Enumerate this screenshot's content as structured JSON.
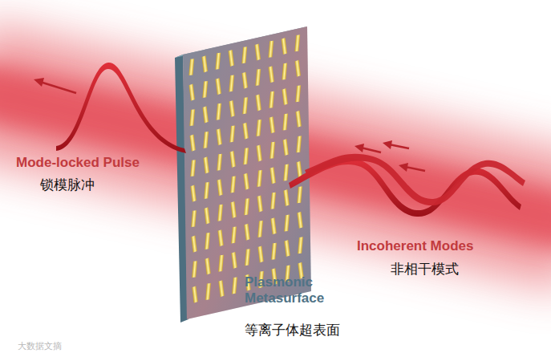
{
  "diagram": {
    "labels": [
      "Mode-locked Pulse",
      "锁模脉冲",
      "Incoherent Modes",
      "非相干模式",
      "Plasmonic Metasurface",
      "等离子体超表面",
      "大数据文摘"
    ]
  }
}
